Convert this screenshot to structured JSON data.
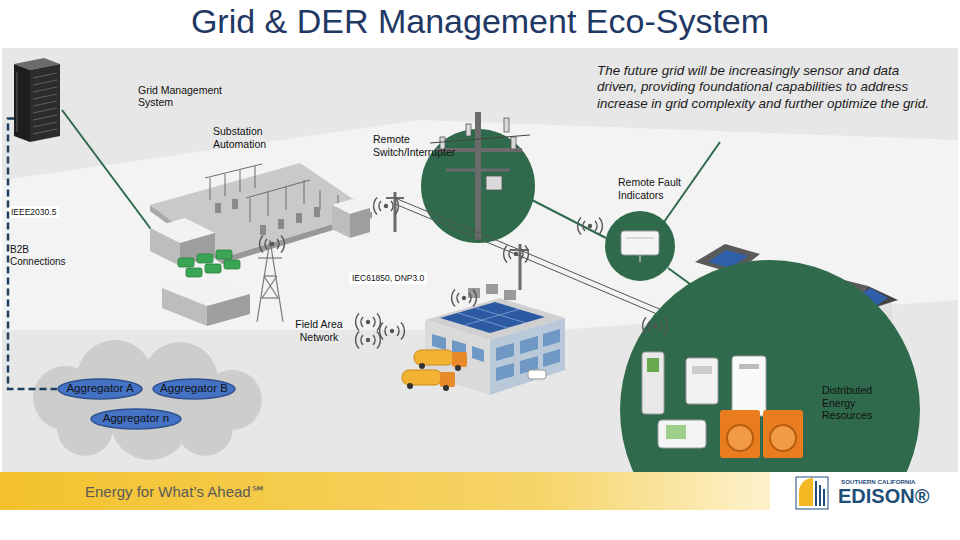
{
  "diagram": {
    "title": "Grid & DER Management Eco-System",
    "nodes": [
      {
        "text": [
          "Grid Management System"
        ]
      },
      {
        "text": [
          "Aggregator A"
        ]
      },
      {
        "text": [
          "Aggregator B"
        ]
      },
      {
        "text": [
          "Aggregator n"
        ]
      }
    ],
    "edges": [
      {
        "from": 0,
        "to": 1,
        "arrow": "none"
      }
    ],
    "labels": [
      "The future grid will be increasingly sensor and data driven, providing foundational capabilities to address increase in grid complexity and further optimize the grid.",
      "Substation Automation",
      "Remote Switch/Interrupter",
      "Remote Fault Indicators",
      "IEEE2030.5",
      "B2B Connections",
      "IEC61850, DNP3.0",
      "Field Area Network",
      "Distributed Energy Resources",
      "Energy for What’s Ahead℠",
      "SOUTHERN CALIFORNIA",
      "EDISON®"
    ]
  }
}
